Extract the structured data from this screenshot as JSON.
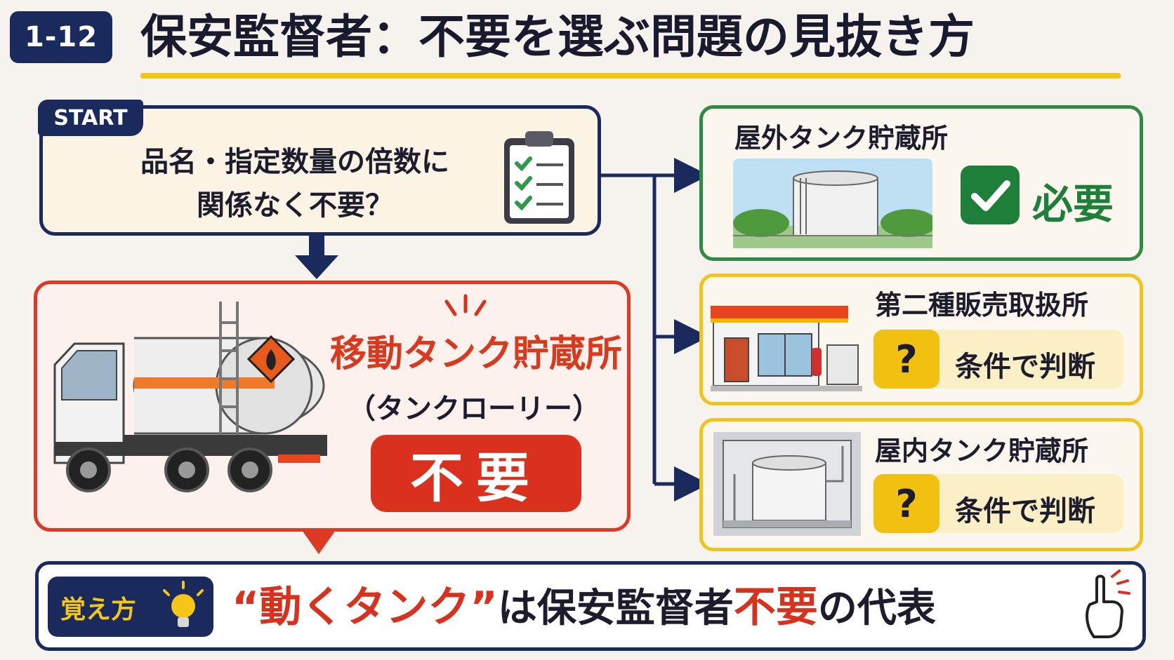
{
  "header": {
    "badge": "1-12",
    "title": "保安監督者：不要を選ぶ問題の見抜き方"
  },
  "start": {
    "tag": "START",
    "question_line1": "品名・指定数量の倍数に",
    "question_line2": "関係なく不要？"
  },
  "mobile_tank": {
    "title": "移動タンク貯蔵所",
    "subtitle": "（タンクローリー）",
    "verdict": "不要"
  },
  "branches": [
    {
      "title": "屋外タンク貯蔵所",
      "verdict": "必要"
    },
    {
      "title": "第二種販売取扱所",
      "mark": "?",
      "verdict": "条件で判断"
    },
    {
      "title": "屋内タンク貯蔵所",
      "mark": "?",
      "verdict": "条件で判断"
    }
  ],
  "tip": {
    "tag": "覚え方",
    "quote": "“動くタンク”",
    "mid": "は保安監督者",
    "emph": "不要",
    "tail": "の代表"
  },
  "colors": {
    "navy": "#1a2a5c",
    "red": "#d9311d",
    "green": "#1e7f3a",
    "yellow": "#f2c010"
  }
}
